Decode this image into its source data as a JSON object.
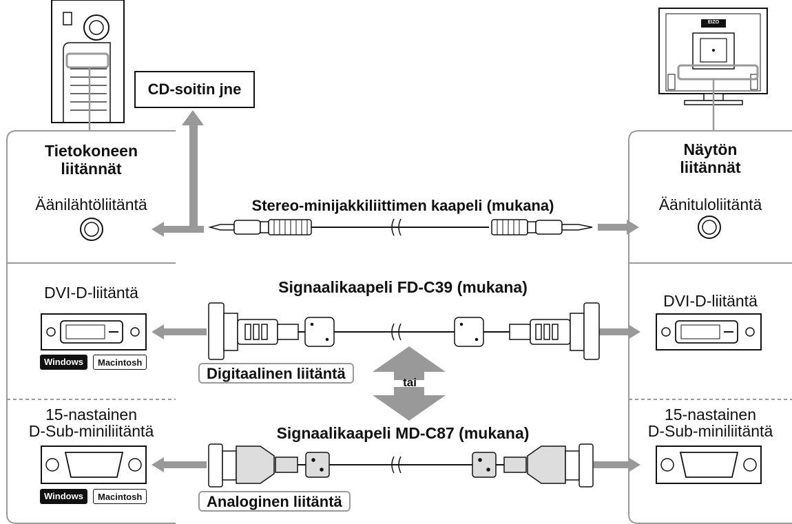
{
  "cd_player": "CD-soitin jne",
  "computer": {
    "heading_line1": "Tietokoneen",
    "heading_line2": "liitännät",
    "audio_out": "Äänilähtöliitäntä",
    "dvi": "DVI-D-liitäntä",
    "dsub_line1": "15-nastainen",
    "dsub_line2": "D-Sub-miniliitäntä"
  },
  "monitor": {
    "heading_line1": "Näytön",
    "heading_line2": "liitännät",
    "audio_in": "Äänituloliitäntä",
    "dvi": "DVI-D-liitäntä",
    "dsub_line1": "15-nastainen",
    "dsub_line2": "D-Sub-miniliitäntä"
  },
  "cables": {
    "stereo": "Stereo-minijakkiliittimen kaapeli (mukana)",
    "dvi": "Signaalikaapeli FD-C39 (mukana)",
    "analog": "Signaalikaapeli MD-C87 (mukana)"
  },
  "labels": {
    "digital": "Digitaalinen liitäntä",
    "analog": "Analoginen liitäntä",
    "or": "tai"
  },
  "badges": {
    "windows": "Windows",
    "macintosh": "Macintosh"
  },
  "monitor_logo": "EIZO",
  "colors": {
    "arrow": "#999999",
    "panel_border": "#999999"
  }
}
